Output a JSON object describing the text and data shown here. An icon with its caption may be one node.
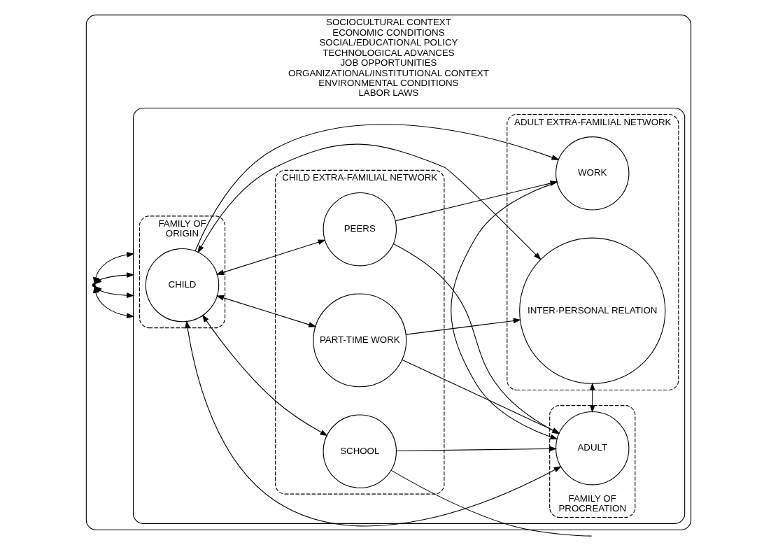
{
  "diagram": {
    "nodes": [
      {
        "text": [
          "SOCIOCULTURAL CONTEXT",
          "ECONOMIC CONDITIONS",
          "SOCIAL/EDUCATIONAL POLICY",
          "TECHNOLOGICAL ADVANCES",
          "JOB OPPORTUNITIES",
          "ORGANIZATIONAL/INSTITUTIONAL CONTEXT",
          "ENVIRONMENTAL CONDITIONS",
          "LABOR LAWS"
        ]
      },
      {
        "text": [],
        "shape": "ellipse",
        "in": 0
      },
      {
        "text": [
          "FAMILY OF",
          "ORIGIN"
        ],
        "in": 1
      },
      {
        "text": [
          "CHILD"
        ],
        "in": 2
      },
      {
        "text": [
          "CHILD EXTRA-FAMILIAL NETWORK"
        ],
        "in": 1
      },
      {
        "text": [
          "PEERS"
        ],
        "in": 4
      },
      {
        "text": [
          "PART-TIME WORK"
        ],
        "in": 4
      },
      {
        "text": [
          "SCHOOL"
        ],
        "in": 4
      },
      {
        "text": [
          "FAMILY OF",
          "PROCREATION"
        ],
        "in": 1
      },
      {
        "text": [
          "ADULT"
        ],
        "in": 8
      },
      {
        "text": [
          "ADULT EXTRA-FAMILIAL NETWORK"
        ],
        "in": 1
      },
      {
        "text": [
          "WORK"
        ],
        "in": 10
      },
      {
        "text": [
          "INTER-PERSONAL RELATION"
        ],
        "in": 10
      }
    ],
    "edges": [
      {
        "from": 0,
        "to": 1,
        "arrow": "both"
      },
      {
        "from": 0,
        "to": 1,
        "arrow": "both"
      },
      {
        "from": 0,
        "to": 1,
        "arrow": "both"
      },
      {
        "from": 0,
        "to": 1,
        "arrow": "both"
      },
      {
        "from": 3,
        "to": 5,
        "arrow": "both"
      },
      {
        "from": 3,
        "to": 7,
        "arrow": "both"
      },
      {
        "from": 3,
        "to": 6,
        "arrow": "both"
      },
      {
        "from": 3,
        "to": 9,
        "arrow": "both"
      },
      {
        "from": 5,
        "to": 11,
        "arrow": "to"
      },
      {
        "from": 6,
        "to": 12,
        "arrow": "to"
      },
      {
        "from": 7,
        "to": null,
        "arrow": "none"
      },
      {
        "from": 5,
        "to": 9,
        "arrow": "to"
      },
      {
        "from": 7,
        "to": 9,
        "arrow": "to"
      },
      {
        "from": 6,
        "to": 9,
        "arrow": "to"
      },
      {
        "from": 3,
        "to": 11,
        "arrow": "to"
      },
      {
        "from": 12,
        "to": 3,
        "arrow": "both"
      },
      {
        "from": 11,
        "to": 9,
        "arrow": "to"
      },
      {
        "from": 9,
        "to": 12,
        "arrow": "both"
      }
    ]
  }
}
